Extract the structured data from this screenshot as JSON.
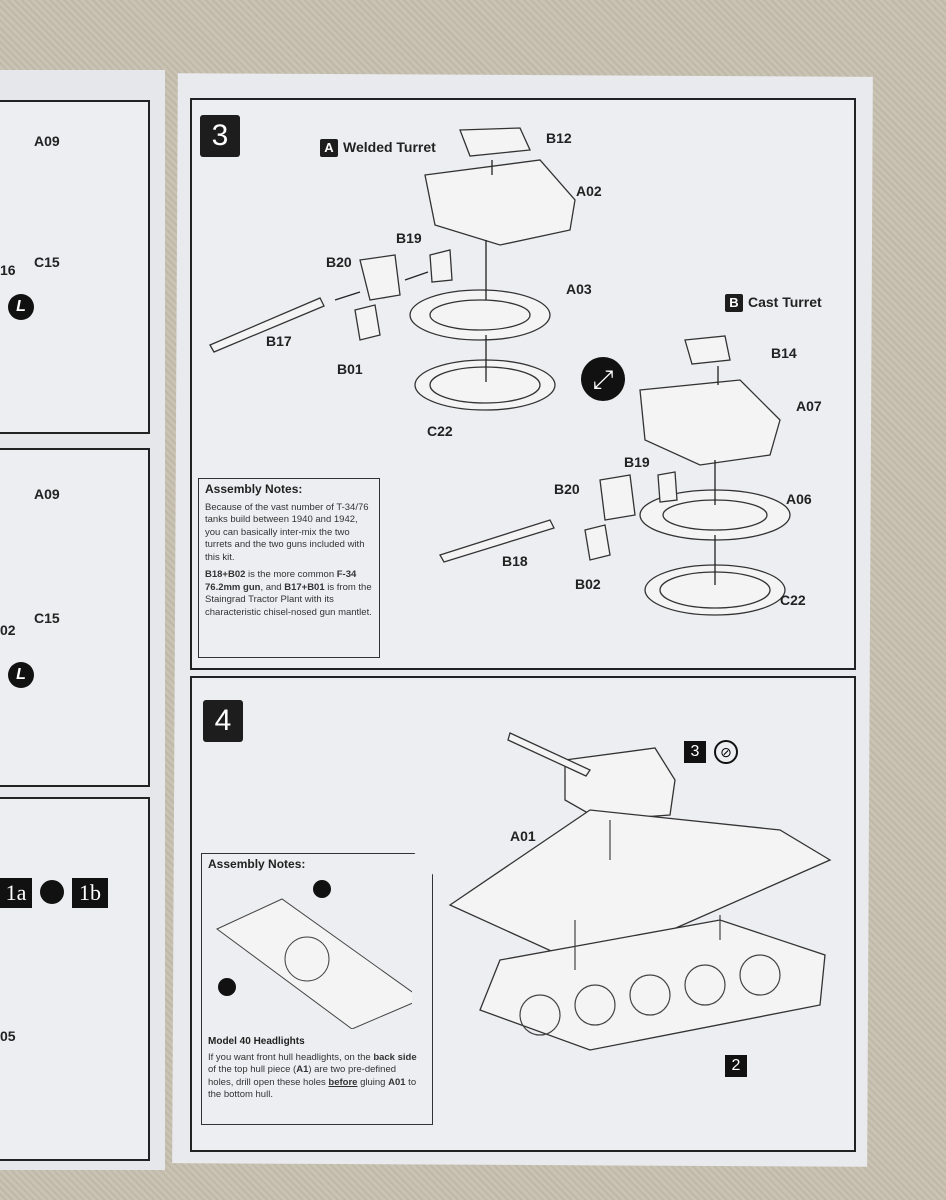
{
  "left_page": {
    "labels": [
      "A09",
      "16",
      "C15",
      "A09",
      "02",
      "C15",
      "05"
    ],
    "icon_L": "L",
    "steps": [
      "1a",
      "1b"
    ]
  },
  "step3": {
    "number": "3",
    "variant_a": {
      "letter": "A",
      "title": "Welded Turret"
    },
    "variant_b": {
      "letter": "B",
      "title": "Cast Turret"
    },
    "parts_a": [
      "B12",
      "A02",
      "B19",
      "B20",
      "A03",
      "B17",
      "B01",
      "C22"
    ],
    "parts_b": [
      "B14",
      "A07",
      "B19",
      "B20",
      "A06",
      "B18",
      "B02",
      "C22"
    ],
    "notes": {
      "title": "Assembly Notes:",
      "p1": "Because of the vast number of T-34/76 tanks build between 1940 and 1942, you can basically inter-mix the two turrets and the two guns included with this kit.",
      "p2_a": "B18+B02",
      "p2_b": " is the more common ",
      "p2_c": "F-34 76.2mm gun",
      "p2_d": ", and ",
      "p2_e": "B17+B01",
      "p2_f": " is from the ",
      "p2_g": "Staingrad Tractor Plant with its characteristic chisel-nosed gun mantlet."
    }
  },
  "step4": {
    "number": "4",
    "ref_step": "3",
    "part_a01": "A01",
    "ref_2": "2",
    "notes": {
      "title": "Assembly Notes:",
      "subtitle": "Model 40 Headlights",
      "t1": "If you want front hull headlights, on the ",
      "t2": "back side",
      "t3": " of the top hull piece (",
      "t4": "A1",
      "t5": ") are two pre-defined holes, drill open these holes ",
      "t6": "before",
      "t7": " gluing ",
      "t8": "A01",
      "t9": " to the bottom hull."
    }
  }
}
